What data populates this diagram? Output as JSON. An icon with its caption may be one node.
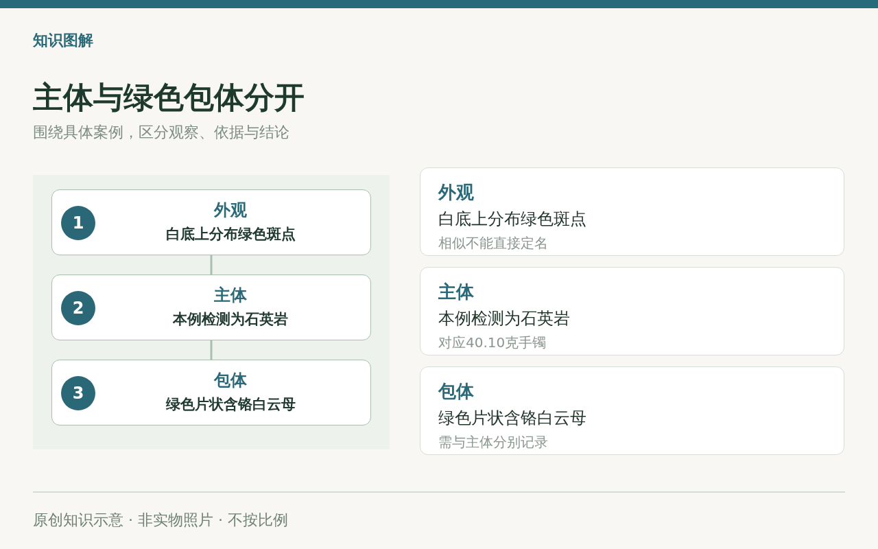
{
  "diagram": {
    "title": "主体与绿色包体分开",
    "nodes": [
      {
        "text": [],
        "shape": "box"
      },
      {
        "text": [
          "外观",
          "白底上分布绿色斑点"
        ],
        "in": 0
      },
      {
        "text": [
          "1"
        ],
        "in": 1
      },
      {
        "text": [
          "主体",
          "本例检测为石英岩"
        ],
        "in": 0
      },
      {
        "text": [
          "2"
        ],
        "in": 3
      },
      {
        "text": [
          "包体",
          "绿色片状含铬白云母"
        ],
        "in": 0
      },
      {
        "text": [
          "3"
        ],
        "in": 5
      },
      {
        "text": [
          "外观",
          "白底上分布绿色斑点",
          "相似不能直接定名"
        ]
      },
      {
        "text": [
          "主体",
          "本例检测为石英岩",
          "对应40.10克手镯"
        ]
      },
      {
        "text": [
          "包体",
          "绿色片状含铬白云母",
          "需与主体分别记录"
        ]
      }
    ],
    "edges": [
      {
        "from": 1,
        "to": 3,
        "arrow": "none"
      },
      {
        "from": 3,
        "to": 5,
        "arrow": "none"
      }
    ],
    "labels": [
      "知识图解",
      "围绕具体案例，区分观察、依据与结论",
      "原创知识示意 · 非实物照片 · 不按比例"
    ]
  }
}
